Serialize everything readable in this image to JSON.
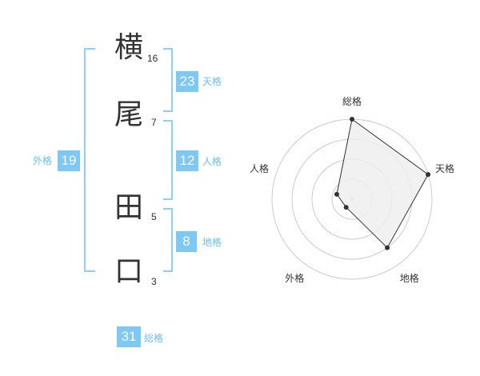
{
  "name": {
    "characters": [
      {
        "char": "横",
        "strokes": "16"
      },
      {
        "char": "尾",
        "strokes": "7"
      },
      {
        "char": "田",
        "strokes": "5"
      },
      {
        "char": "口",
        "strokes": "3"
      }
    ]
  },
  "fortunes": {
    "tenkaku": {
      "value": "23",
      "label": "天格"
    },
    "jinkaku": {
      "value": "12",
      "label": "人格"
    },
    "chikaku": {
      "value": "8",
      "label": "地格"
    },
    "gaikaku": {
      "value": "19",
      "label": "外格"
    },
    "soukaku": {
      "value": "31",
      "label": "総格"
    }
  },
  "colors": {
    "accent": "#7ec8f5",
    "bracket": "#8fcef5",
    "caption": "#6fbfee",
    "text": "#333333",
    "radar_fill": "#efefef",
    "radar_ring": "#cccccc"
  },
  "chart_data": {
    "type": "radar",
    "axes": [
      "総格",
      "天格",
      "地格",
      "外格",
      "人格"
    ],
    "values": [
      4,
      4,
      3,
      0.5,
      0.8
    ],
    "range": [
      0,
      4
    ],
    "rings": 4
  }
}
